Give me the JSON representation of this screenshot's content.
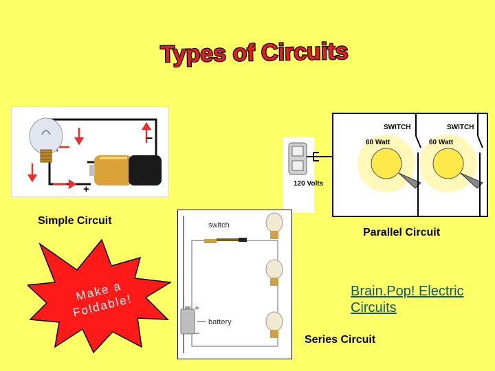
{
  "slide": {
    "title": "Types of Circuits",
    "colors": {
      "background": "#ffff66",
      "starburst": "#ff1a1a",
      "title_fill": "#e02020",
      "title_outline": "#000000",
      "link": "#0b5a63"
    }
  },
  "simple_circuit": {
    "caption": "Simple Circuit",
    "minus": "–",
    "plus": "+"
  },
  "parallel_circuit": {
    "caption": "Parallel Circuit",
    "switch_1": "SWITCH",
    "switch_2": "SWITCH",
    "bulb_1": "60 Watt",
    "bulb_2": "60 Watt",
    "voltage": "120 Volts"
  },
  "series_circuit": {
    "caption": "Series Circuit",
    "switch_label": "switch",
    "battery_label": "battery",
    "plus": "+",
    "minus": "–"
  },
  "starburst": {
    "line_1": "Make a",
    "line_2": "Foldable!"
  },
  "link": {
    "text": "Brain.Pop! Electric Circuits"
  }
}
